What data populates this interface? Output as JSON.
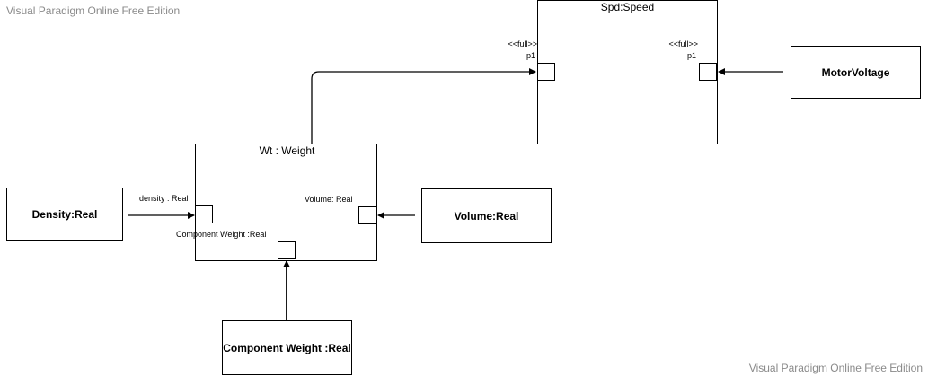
{
  "watermark": {
    "top_left": "Visual Paradigm Online Free Edition",
    "bottom_right": "Visual Paradigm Online Free Edition"
  },
  "speed_block": {
    "title": "Spd:Speed",
    "left_port": {
      "stereotype": "<<full>>",
      "name": "p1"
    },
    "right_port": {
      "stereotype": "<<full>>",
      "name": "p1"
    }
  },
  "weight_block": {
    "title": "Wt : Weight",
    "density_port_label": "density : Real",
    "volume_port_label": "Volume: Real",
    "component_port_label": "Component Weight :Real"
  },
  "external_blocks": {
    "motor_voltage": "MotorVoltage",
    "density": "Density:Real",
    "volume": "Volume:Real",
    "component_weight": "Component Weight :Real"
  }
}
